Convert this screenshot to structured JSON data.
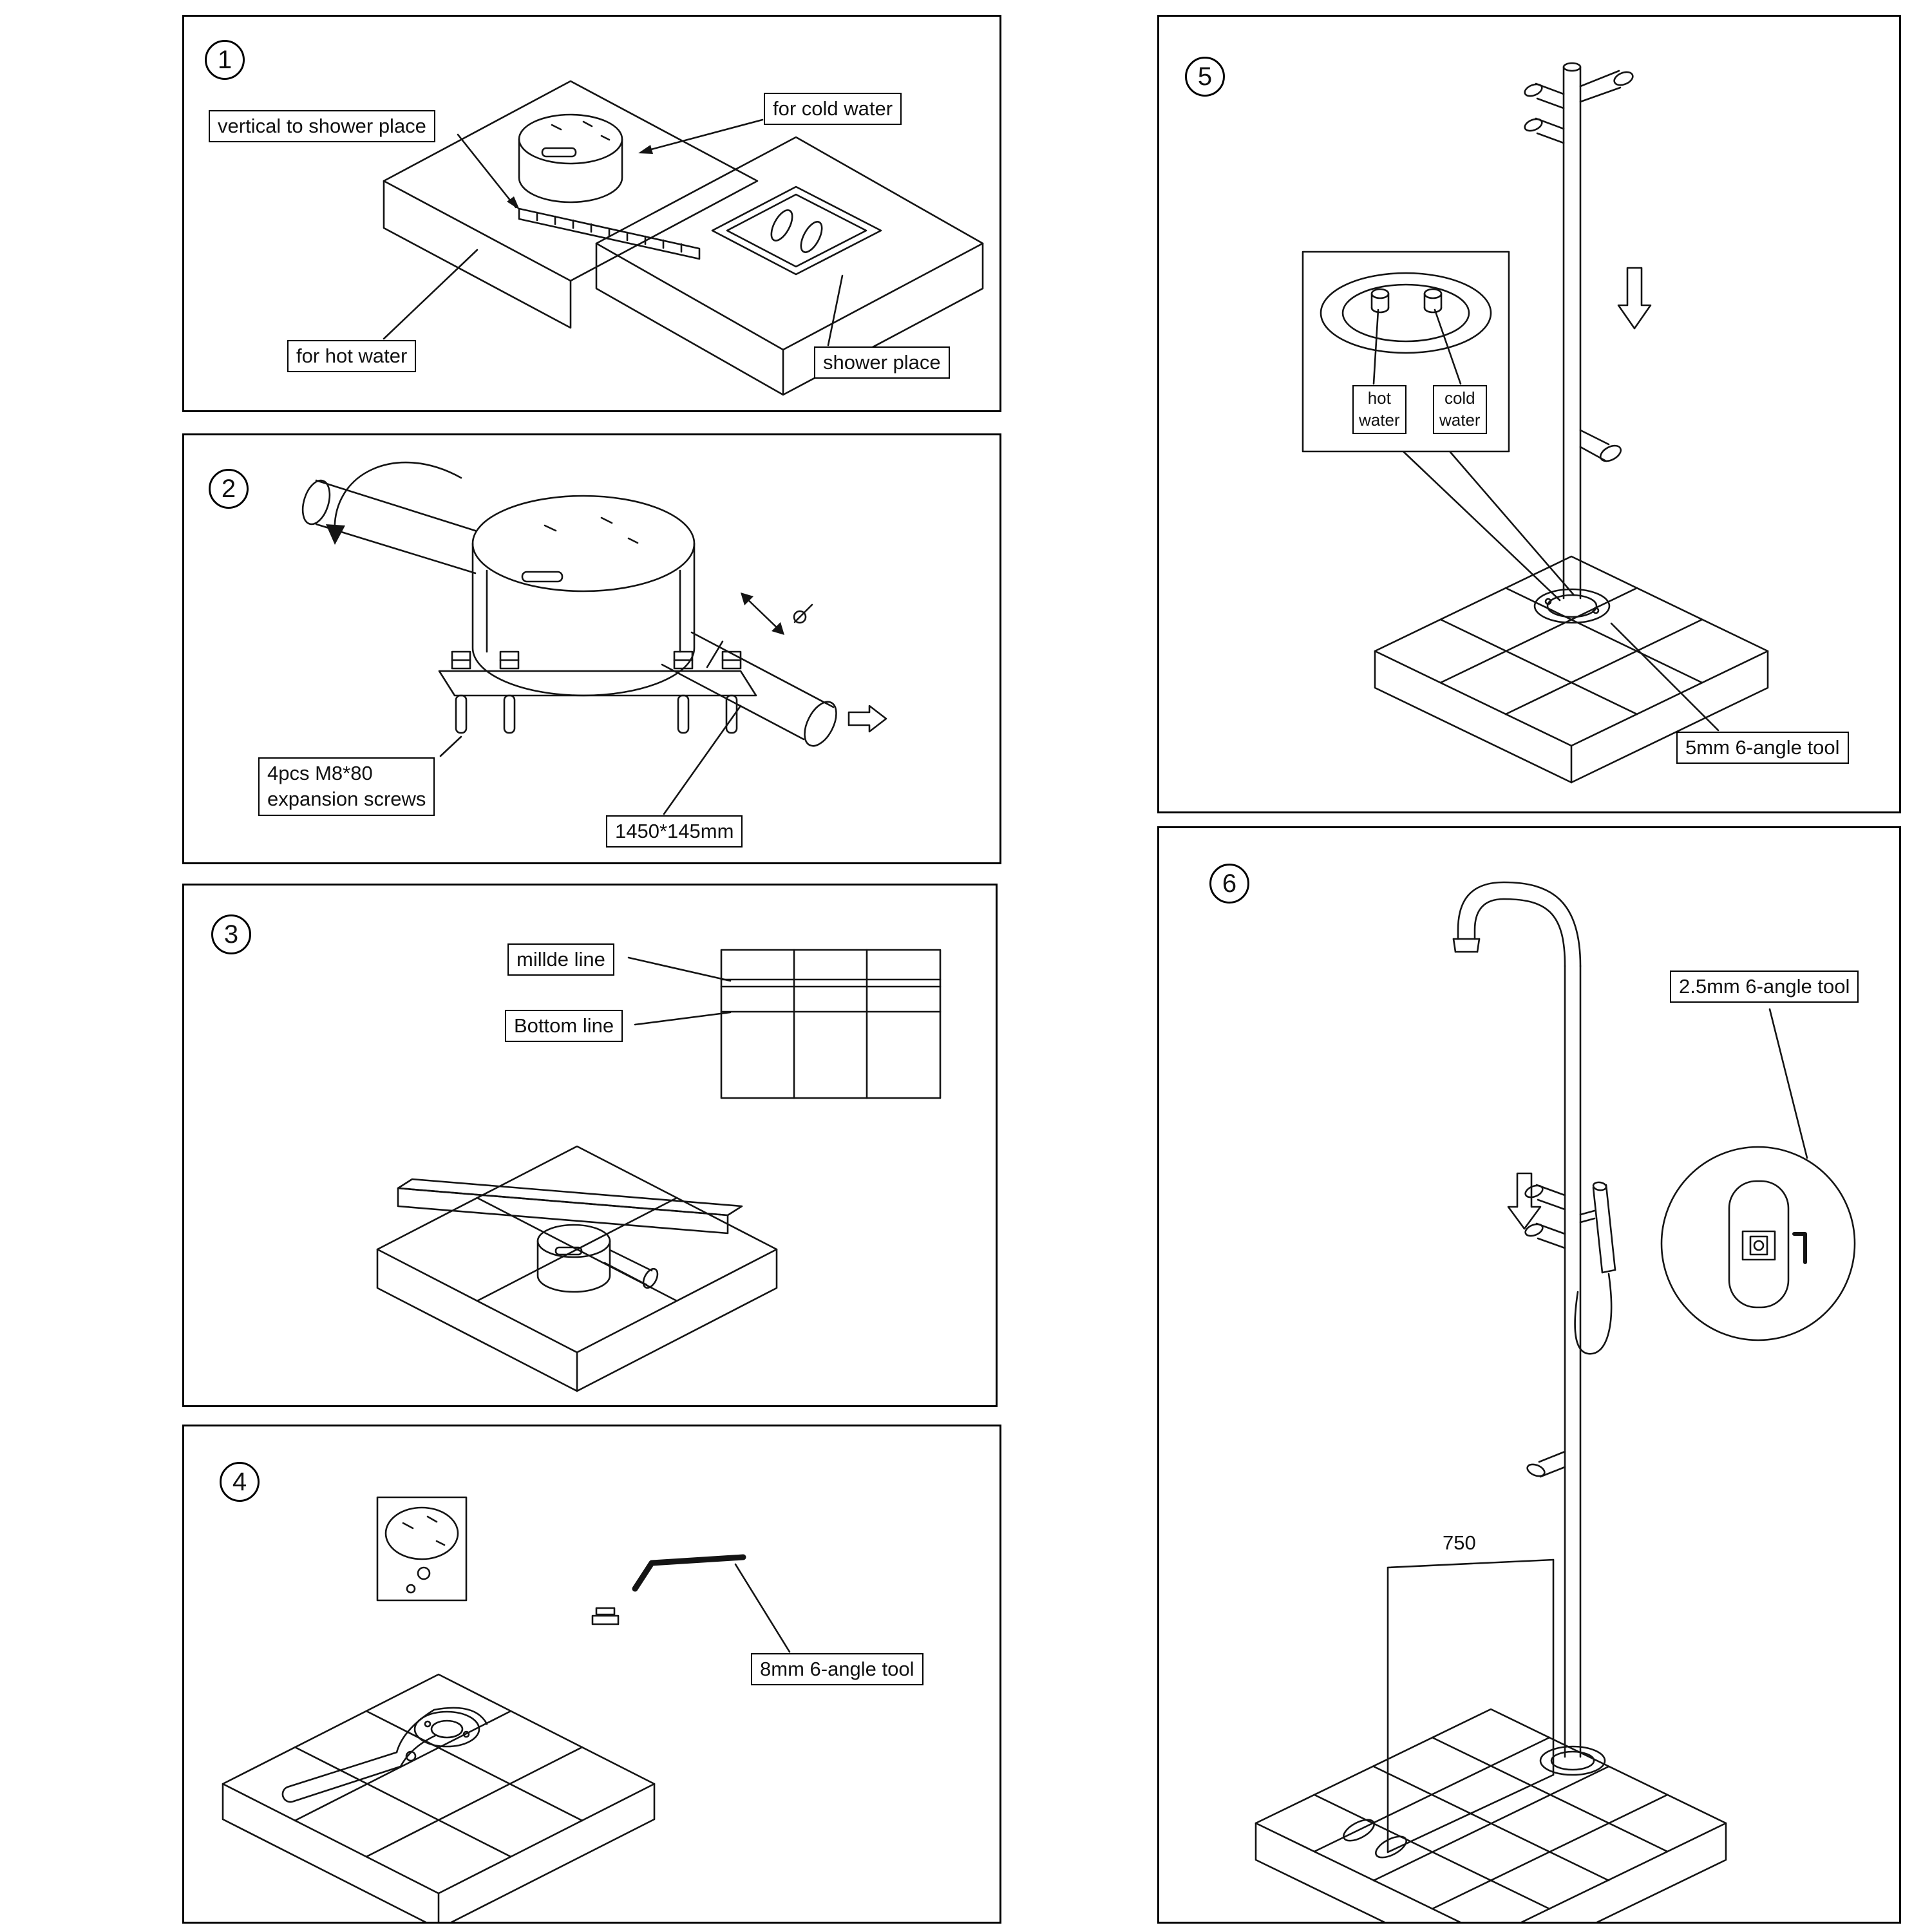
{
  "page": {
    "background": "#ffffff",
    "line_color": "#141414",
    "type": "installation-instruction-sheet"
  },
  "panels": {
    "p1": {
      "number": "1",
      "labels": {
        "vertical": "vertical to shower place",
        "cold": "for cold water",
        "hot": "for hot water",
        "shower": "shower place"
      }
    },
    "p2": {
      "number": "2",
      "labels": {
        "screws": "4pcs M8*80\nexpansion screws",
        "size": "1450*145mm"
      }
    },
    "p3": {
      "number": "3",
      "labels": {
        "middle": "millde line",
        "bottom": "Bottom line"
      }
    },
    "p4": {
      "number": "4",
      "labels": {
        "tool": "8mm 6-angle tool"
      }
    },
    "p5": {
      "number": "5",
      "labels": {
        "hot": "hot\nwater",
        "cold": "cold\nwater",
        "tool": "5mm 6-angle tool"
      }
    },
    "p6": {
      "number": "6",
      "labels": {
        "tool": "2.5mm 6-angle tool",
        "dim": "750"
      }
    }
  }
}
